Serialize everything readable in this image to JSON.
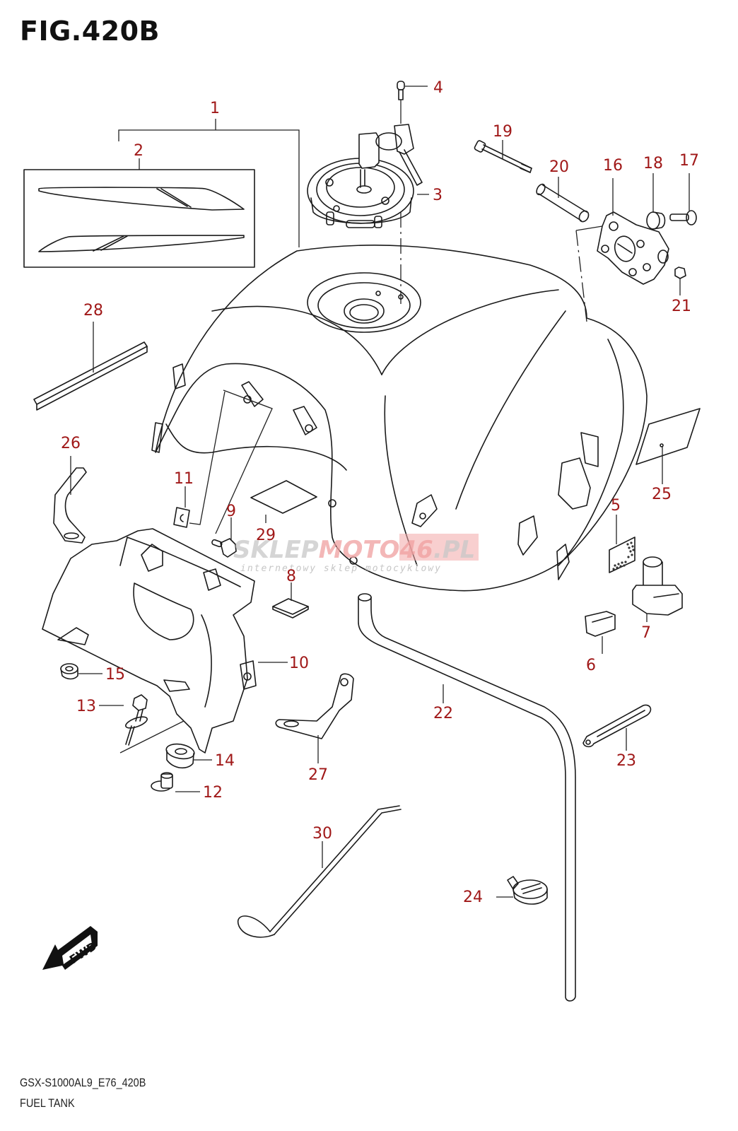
{
  "header": {
    "figure_title": "FIG.420B"
  },
  "footer": {
    "model_code": "GSX-S1000AL9_E76_420B",
    "assembly_name": "FUEL TANK"
  },
  "watermark": {
    "brand_prefix": "SKLEP",
    "brand_highlight": "MOTO46",
    "brand_suffix": ".PL",
    "tagline": "internetowy sklep motocyklowy"
  },
  "orientation_badge": {
    "label": "FWD",
    "icon": "fwd-arrow-icon"
  },
  "colors": {
    "callout": "#a01818",
    "linework": "#1a1a1a",
    "watermark_highlight": "#e05050"
  },
  "callouts": [
    {
      "number": "1",
      "part": "fuel-tank-assembly"
    },
    {
      "number": "2",
      "part": "tank-decal-set"
    },
    {
      "number": "3",
      "part": "fuel-cap-with-keys"
    },
    {
      "number": "4",
      "part": "cap-screw"
    },
    {
      "number": "5",
      "part": "pad"
    },
    {
      "number": "6",
      "part": "cushion"
    },
    {
      "number": "7",
      "part": "cushion-cap"
    },
    {
      "number": "8",
      "part": "pad-small"
    },
    {
      "number": "9",
      "part": "bolt"
    },
    {
      "number": "10",
      "part": "tank-tray"
    },
    {
      "number": "11",
      "part": "nut-clip"
    },
    {
      "number": "12",
      "part": "collar"
    },
    {
      "number": "13",
      "part": "bolt-washer"
    },
    {
      "number": "14",
      "part": "cushion-rubber"
    },
    {
      "number": "15",
      "part": "grommet"
    },
    {
      "number": "16",
      "part": "mounting-bracket"
    },
    {
      "number": "17",
      "part": "bolt-small"
    },
    {
      "number": "18",
      "part": "cushion-bush"
    },
    {
      "number": "19",
      "part": "long-bolt"
    },
    {
      "number": "20",
      "part": "spacer-pipe"
    },
    {
      "number": "21",
      "part": "nut"
    },
    {
      "number": "22",
      "part": "drain-hose"
    },
    {
      "number": "23",
      "part": "band"
    },
    {
      "number": "24",
      "part": "hose-clamp"
    },
    {
      "number": "25",
      "part": "label"
    },
    {
      "number": "26",
      "part": "wire-bracket"
    },
    {
      "number": "27",
      "part": "hose-bracket"
    },
    {
      "number": "28",
      "part": "seal-strip"
    },
    {
      "number": "29",
      "part": "sheet"
    },
    {
      "number": "30",
      "part": "prop-rod"
    }
  ]
}
